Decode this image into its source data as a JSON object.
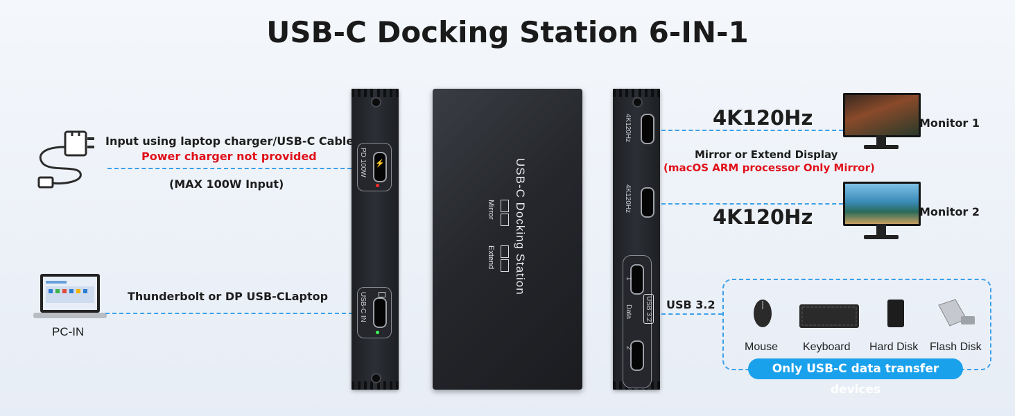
{
  "title": "USB-C Docking Station 6-IN-1",
  "input": {
    "line1": "Input using laptop charger/USB-C Cable",
    "line2": "Power charger not provided",
    "line3": "(MAX 100W Input)"
  },
  "laptop": {
    "connection": "Thunderbolt or DP USB-CLaptop",
    "label": "PC-IN"
  },
  "left_panel": {
    "pd_port": "PD 100W",
    "usbc_in": "USB-C IN"
  },
  "center": {
    "name": "USB-C Docking Station",
    "mirror": "Mirror",
    "extend": "Extend"
  },
  "right_panel": {
    "hdmi1": "4K120Hz",
    "hdmi2": "4K120Hz",
    "usb_group": "USB 3.2",
    "data": "Data",
    "port1": "1",
    "port2": "2"
  },
  "outputs": {
    "rate1": "4K120Hz",
    "rate2": "4K120Hz",
    "mode": "Mirror or Extend Display",
    "note": "(macOS ARM processor Only Mirror)",
    "monitor1": "Monitor 1",
    "monitor2": "Monitor 2",
    "usb": "USB 3.2"
  },
  "devices": {
    "items": [
      "Mouse",
      "Keyboard",
      "Hard Disk",
      "Flash Disk"
    ],
    "badge": "Only USB-C data transfer devices"
  },
  "colors": {
    "accent": "#1aa1ec",
    "warning": "#e0101a",
    "dash": "#3aa0ea"
  }
}
